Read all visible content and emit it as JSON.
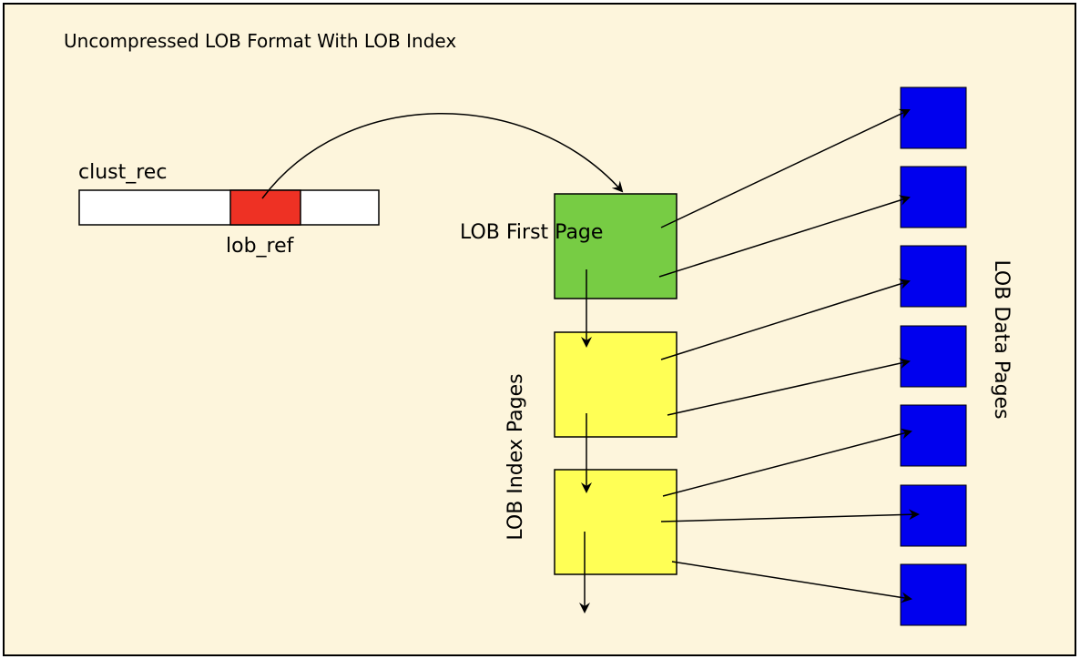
{
  "title": "Uncompressed LOB Format With LOB Index",
  "record": {
    "name": "clust_rec",
    "field_label": "lob_ref"
  },
  "first_page": {
    "label": "LOB First Page"
  },
  "index_pages": {
    "label": "LOB Index Pages",
    "count": 2
  },
  "data_pages": {
    "label": "LOB Data Pages",
    "count": 7
  },
  "colors": {
    "background": "#fdf5dc",
    "lob_ref": "#ee3124",
    "first_page": "#77cc44",
    "index_page": "#ffff55",
    "data_page": "#0000ee",
    "record": "#ffffff"
  }
}
